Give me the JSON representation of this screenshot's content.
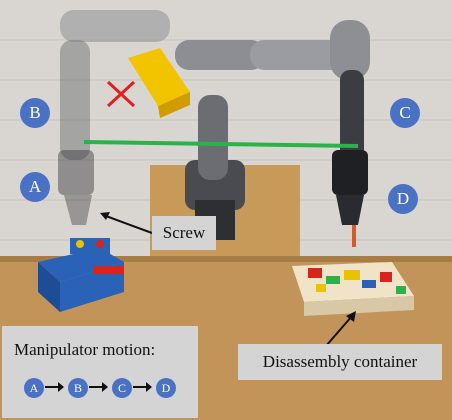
{
  "waypoints": [
    {
      "id": "A",
      "label": "A"
    },
    {
      "id": "B",
      "label": "B"
    },
    {
      "id": "C",
      "label": "C"
    },
    {
      "id": "D",
      "label": "D"
    }
  ],
  "callouts": {
    "screw": "Screw",
    "container": "Disassembly container"
  },
  "legend": {
    "title": "Manipulator motion:",
    "sequence": [
      "A",
      "B",
      "C",
      "D"
    ]
  },
  "colors": {
    "waypoint": "#4a72c4",
    "green_path": "#2bb24a",
    "red_cross": "#e02020",
    "obstacle": "#f2c400"
  }
}
